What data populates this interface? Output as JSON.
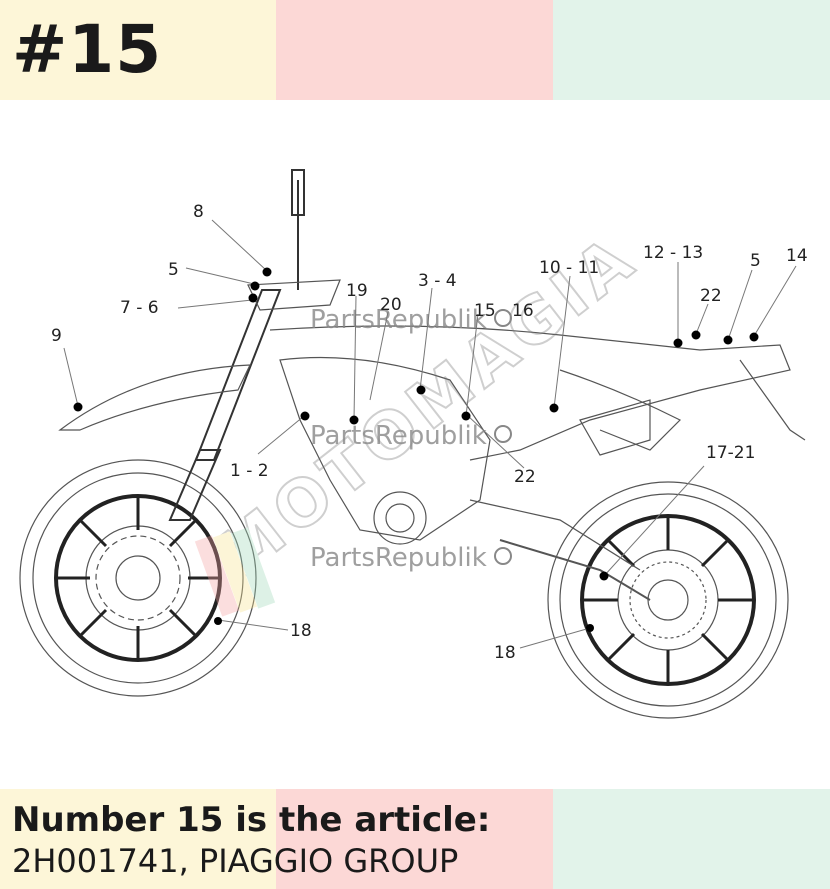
{
  "header": {
    "number": "#15",
    "band_colors": [
      "#fdf6d8",
      "#fcd8d6",
      "#e2f3ea"
    ]
  },
  "diagram": {
    "callouts": [
      {
        "label": "8"
      },
      {
        "label": "5"
      },
      {
        "label": "7 - 6"
      },
      {
        "label": "9"
      },
      {
        "label": "19"
      },
      {
        "label": "20"
      },
      {
        "label": "3 - 4"
      },
      {
        "label": "15"
      },
      {
        "label": "16"
      },
      {
        "label": "10 - 11"
      },
      {
        "label": "12 - 13"
      },
      {
        "label": "5"
      },
      {
        "label": "14"
      },
      {
        "label": "22"
      },
      {
        "label": "1 - 2"
      },
      {
        "label": "22"
      },
      {
        "label": "17-21"
      },
      {
        "label": "18"
      },
      {
        "label": "18"
      }
    ],
    "watermarks": [
      "PartsRepublik",
      "PartsRepublik",
      "PartsRepublik"
    ],
    "stamp_text": "MOTOMAGIA",
    "line_color": "#555555",
    "dot_color": "#000000"
  },
  "footer": {
    "title": "Number 15 is the article:",
    "subtitle": "2H001741, PIAGGIO GROUP",
    "band_colors": [
      "#fdf6d8",
      "#fcd8d6",
      "#e2f3ea"
    ]
  }
}
